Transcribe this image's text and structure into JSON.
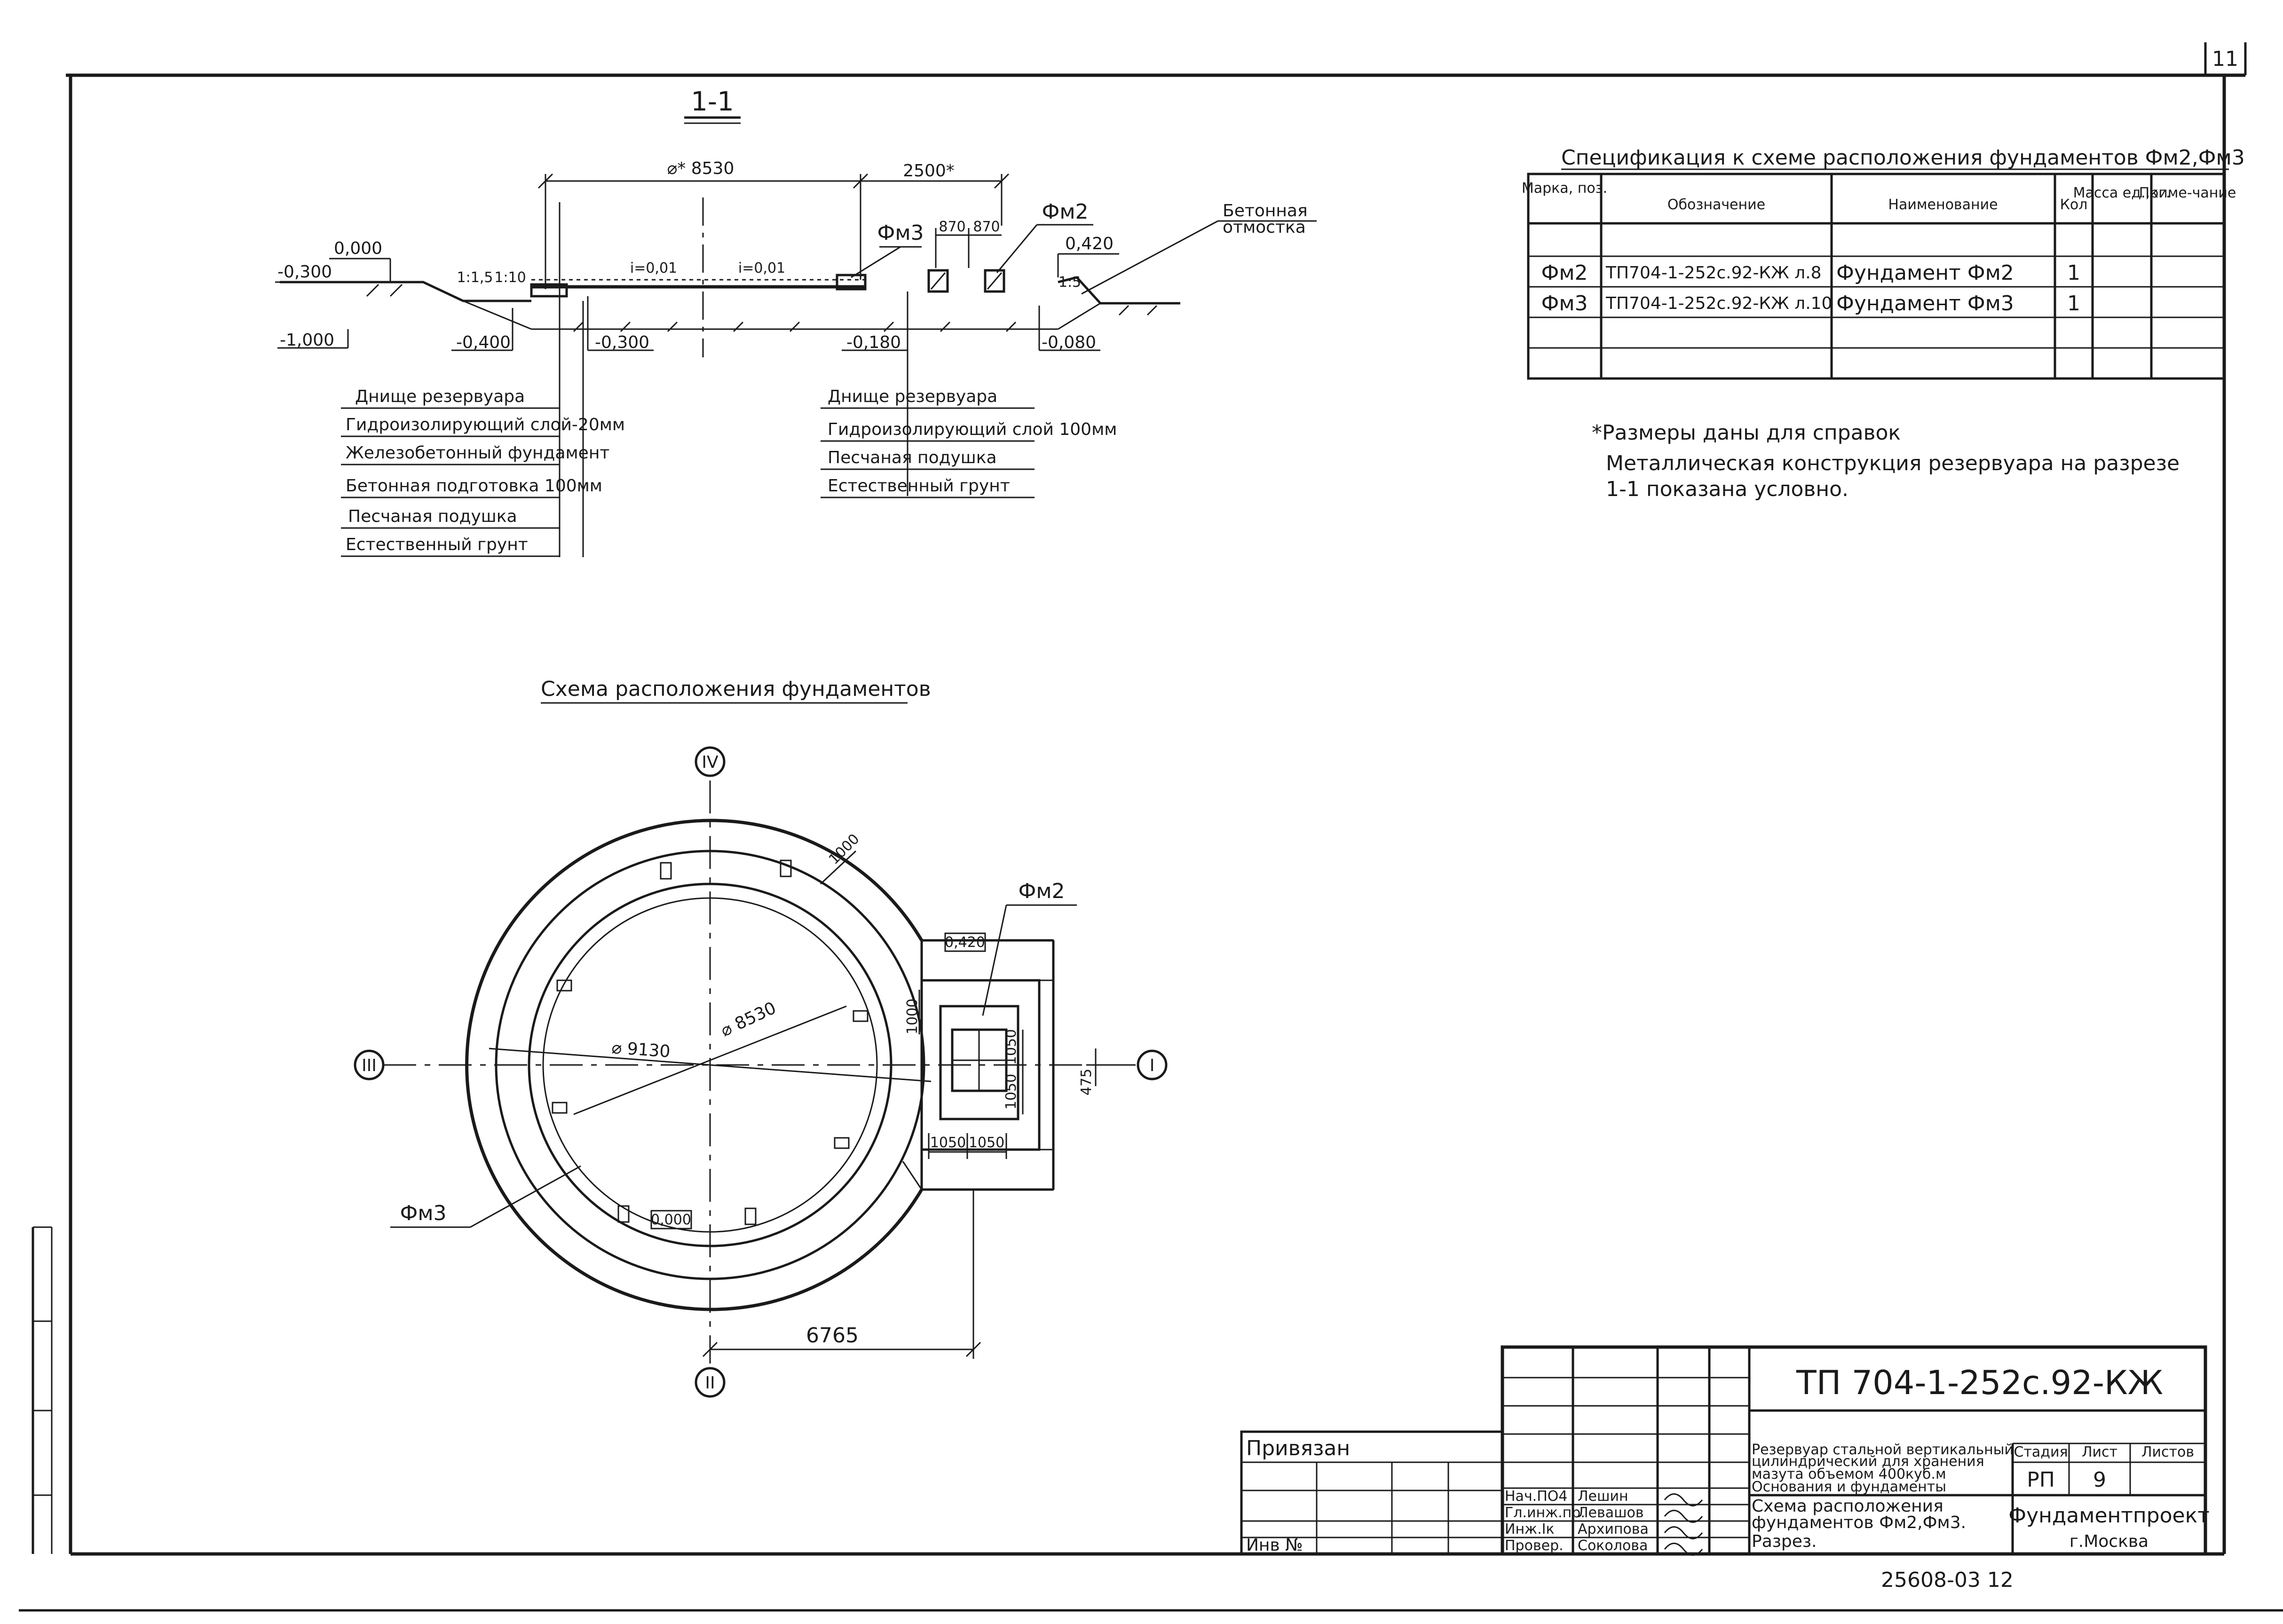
{
  "sheet_number": "11",
  "section": {
    "title": "1-1",
    "dim_diameter": "⌀* 8530",
    "dim_2500": "2500*",
    "dim_870a": "870",
    "dim_870b": "870",
    "fm2": "Фм2",
    "fm3": "Фм3",
    "concrete_apron_1": "Бетонная",
    "concrete_apron_2": "отмостка",
    "lvl_0000": "0,000",
    "lvl_m0300_left": "-0,300",
    "lvl_m1000": "-1,000",
    "lvl_m0400": "-0,400",
    "lvl_m0300_mid": "-0,300",
    "lvl_m0180": "-0,180",
    "lvl_m0080": "-0,080",
    "lvl_0420": "0,420",
    "slope_left": "i=0,01",
    "slope_right": "i=0,01",
    "ratio_a": "1:1,5",
    "ratio_b": "1:10",
    "ratio_c": "1:5",
    "layers_left": [
      "Днище резервуара",
      "Гидроизолирующий слой-20мм",
      "Железобетонный фундамент",
      "Бетонная подготовка 100мм",
      "Песчаная подушка",
      "Естественный грунт"
    ],
    "layers_right": [
      "Днище резервуара",
      "Гидроизолирующий слой 100мм",
      "Песчаная подушка",
      "Естественный грунт"
    ]
  },
  "spec": {
    "title": "Спецификация к схеме расположения фундаментов Фм2,Фм3",
    "headers": [
      "Марка, поз.",
      "Обозначение",
      "Наименование",
      "Кол",
      "Масса ед.,кг.",
      "Приме-чание"
    ],
    "rows": [
      [
        "Фм2",
        "ТП704-1-252с.92-КЖ л.8",
        "Фундамент Фм2",
        "1",
        "",
        ""
      ],
      [
        "Фм3",
        "ТП704-1-252с.92-КЖ л.10",
        "Фундамент Фм3",
        "1",
        "",
        ""
      ]
    ]
  },
  "notes": {
    "line1": "*Размеры даны для справок",
    "line2": "Металлическая конструкция резервуара на разрезе",
    "line3": "1-1 показана условно."
  },
  "plan": {
    "title": "Схема расположения фундаментов",
    "axis_1": "I",
    "axis_2": "II",
    "axis_3": "III",
    "axis_4": "IV",
    "d_9130": "⌀ 9130",
    "d_8530": "⌀ 8530",
    "dim_1000a": "1000",
    "dim_1000b": "1000",
    "lvl_0420": "0,420",
    "lvl_0000": "0,000",
    "dim_1050a": "1050",
    "dim_1050b": "1050",
    "dim_1050c": "1050",
    "dim_1050d": "1050",
    "dim_475": "475",
    "dim_6765": "6765",
    "fm2": "Фм2",
    "fm3": "Фм3"
  },
  "title_block": {
    "doc_code": "ТП 704-1-252с.92-КЖ",
    "project_l1": "Резервуар стальной вертикальный",
    "project_l2": "цилиндрический для хранения",
    "project_l3": "мазута объемом 400куб.м",
    "project_l4": "Основания и фундаменты",
    "sheet_l1": "Схема расположения",
    "sheet_l2": "фундаментов Фм2,Фм3.",
    "sheet_l3": "Разрез.",
    "stage_label": "Стадия",
    "sheet_label": "Лист",
    "sheets_label": "Листов",
    "stage": "РП",
    "sheet": "9",
    "org_l1": "Фундаментпроект",
    "org_l2": "г.Москва",
    "bound": "Привязан",
    "inv": "Инв №",
    "roles": [
      "Нач.ПО4",
      "Гл.инж.пр.",
      "Инж.Iк",
      "Провер."
    ],
    "names": [
      "Лешин",
      "Левашов",
      "Архипова",
      "Соколова"
    ],
    "footer": "25608-03  12"
  }
}
